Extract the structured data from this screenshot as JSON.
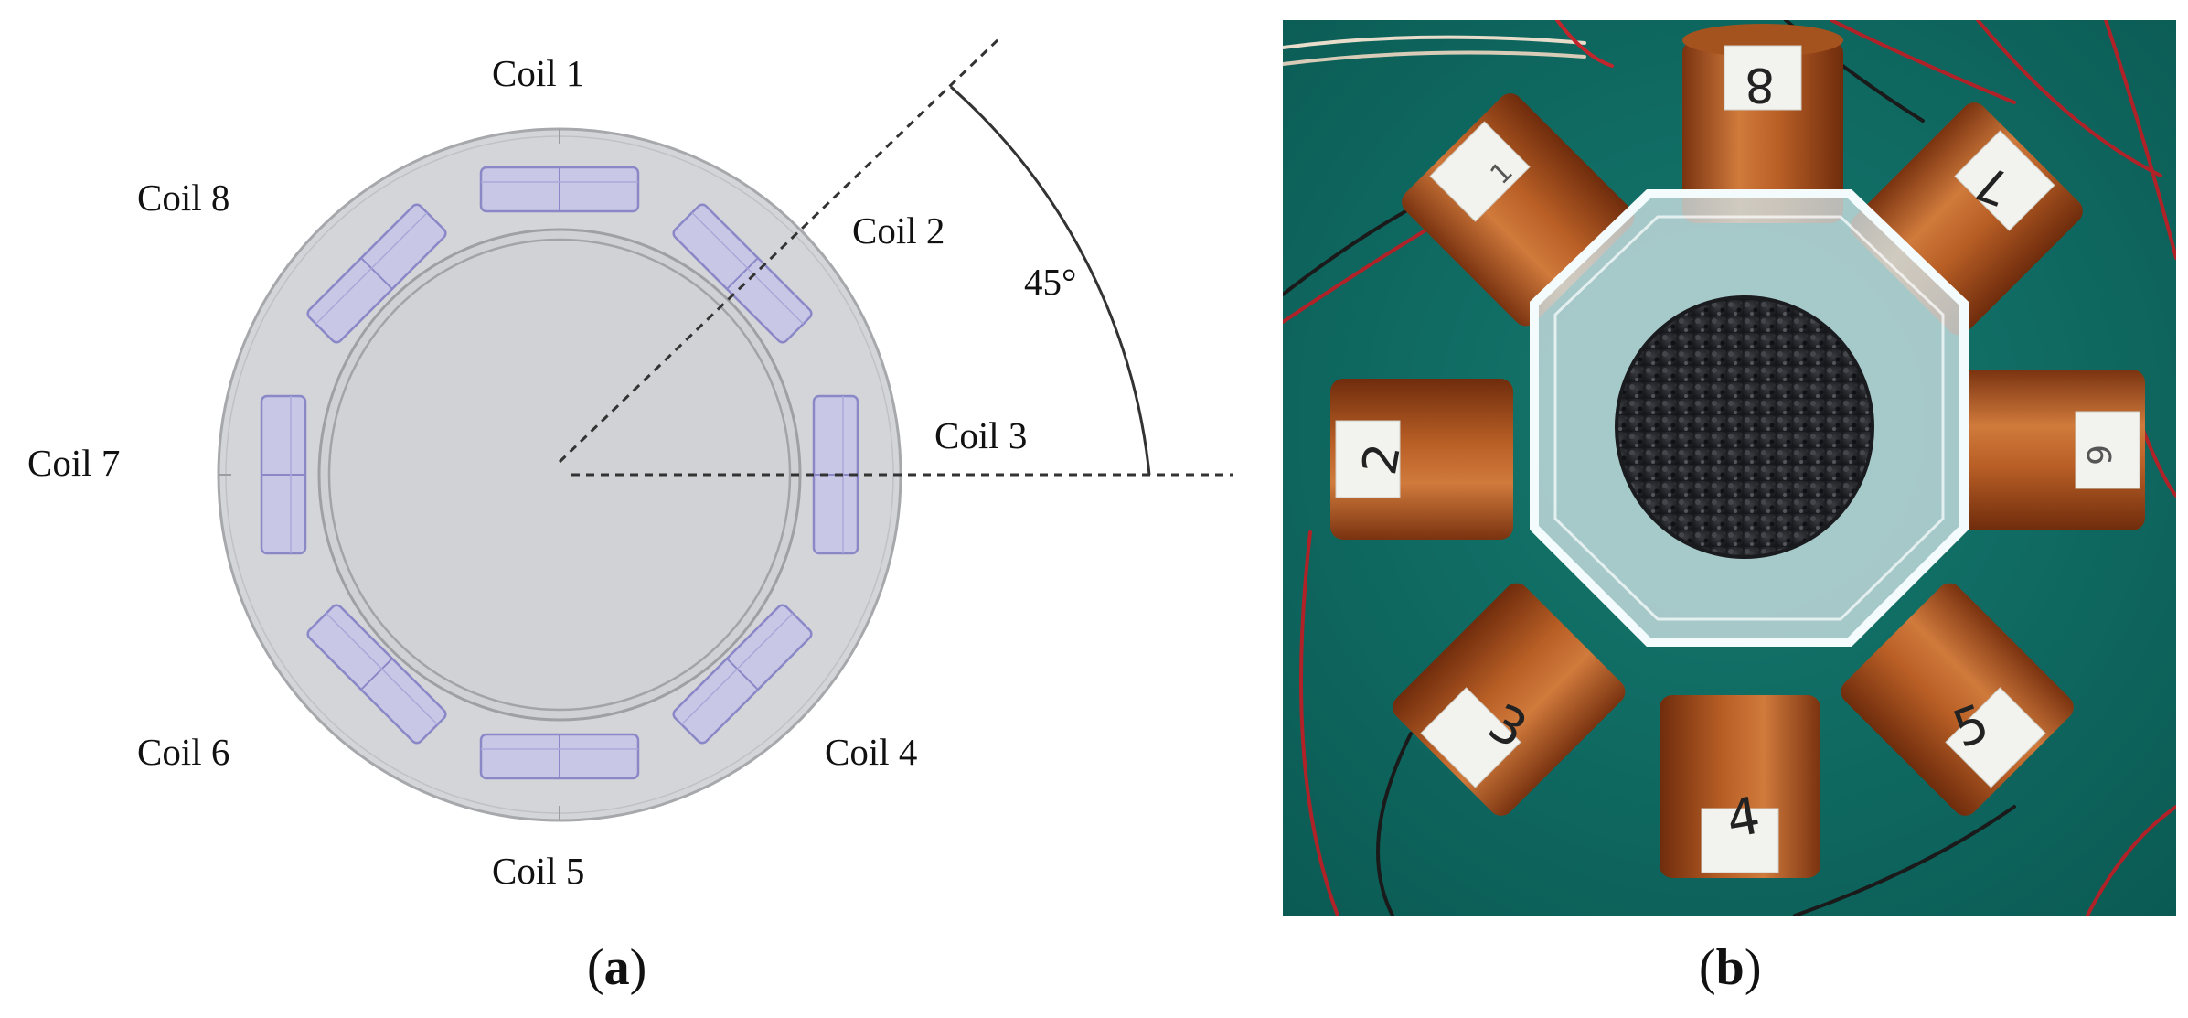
{
  "panel_a": {
    "coil_labels": [
      "Coil 1",
      "Coil 2",
      "Coil 3",
      "Coil 4",
      "Coil 5",
      "Coil 6",
      "Coil 7",
      "Coil 8"
    ],
    "angle_label": "45°",
    "caption_letter": "a"
  },
  "panel_b": {
    "coil_numbers": [
      "8",
      "7",
      "6",
      "5",
      "4",
      "3",
      "2",
      "1"
    ],
    "caption_letter": "b"
  },
  "colors": {
    "ring_fill": "#d2d3d7",
    "ring_edge": "#a9aaae",
    "coil_fill": "#c9c8e6",
    "coil_edge": "#8d8ac9",
    "table_green": "#0f6b63",
    "copper": "#b5612a",
    "acrylic": "#dfe9ee",
    "asphalt": "#232427"
  }
}
